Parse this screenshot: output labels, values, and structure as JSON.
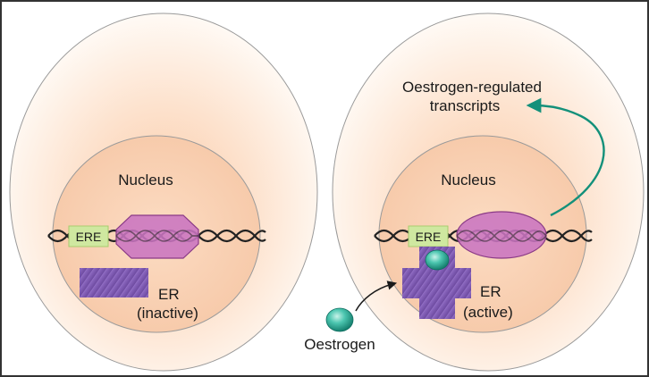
{
  "cells": {
    "left": {
      "nucleus_label": "Nucleus",
      "ere_label": "ERE",
      "er_label": "ER",
      "er_state": "(inactive)"
    },
    "right": {
      "nucleus_label": "Nucleus",
      "ere_label": "ERE",
      "er_label": "ER",
      "er_state": "(active)",
      "ligand_label": "Oestrogen",
      "transcripts_line1": "Oestrogen-regulated",
      "transcripts_line2": "transcripts"
    }
  },
  "colors": {
    "border": "#333333",
    "cell_glow": "#fde3cf",
    "cell_outline": "#9a9a9a",
    "nucleus_fill": "#f9d4b8",
    "ere_box": "#cfe8a0",
    "dna": "#222222",
    "coactivator_fill": "#c974c0",
    "coactivator_stroke": "#8a3a86",
    "er_inactive": "#7c58b0",
    "er_active": "#7a54ad",
    "oestrogen": "#2fb09a",
    "arrow_green": "#13907a",
    "arrow_black": "#1a1a1a"
  }
}
